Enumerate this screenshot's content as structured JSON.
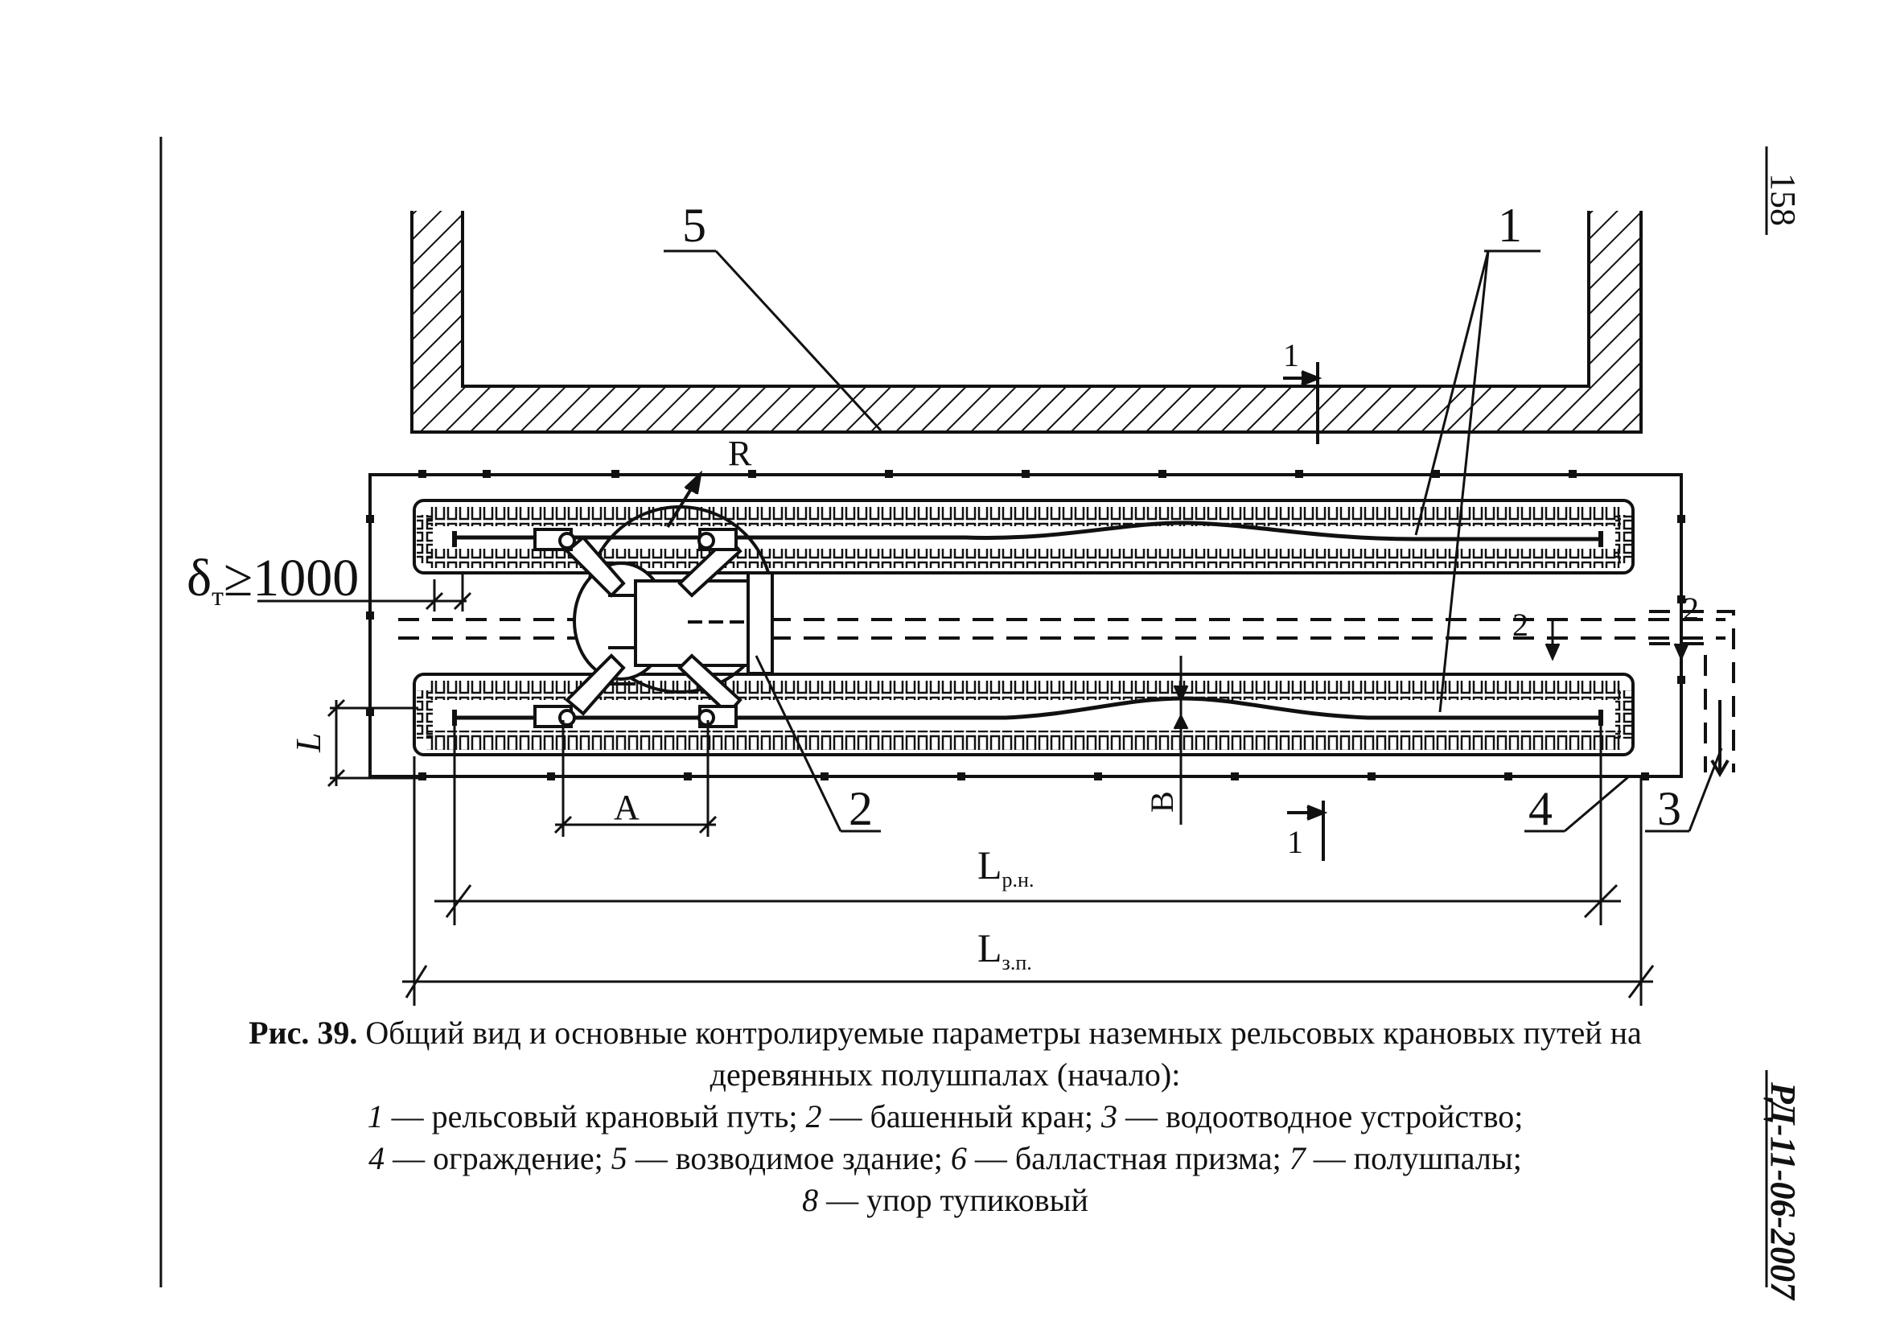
{
  "page": {
    "number": "158",
    "doc_code": "РД-11-06-2007"
  },
  "drawing": {
    "labels": {
      "building": "5",
      "rails": "1",
      "crane": "2",
      "drain": "3",
      "fence": "4",
      "section_mark": "1",
      "section_2": "2",
      "radius": "R",
      "clearance_symbol": "δ",
      "clearance_sub": "т",
      "clearance_rel": "≥1000",
      "dim_A": "A",
      "dim_B": "В",
      "dim_L": "L",
      "dim_Lrn_base": "L",
      "dim_Lrn_sub": "р.н.",
      "dim_Lzp_base": "L",
      "dim_Lzp_sub": "з.п."
    }
  },
  "caption": {
    "fig_label": "Рис. 39.",
    "title": "Общий вид и основные контролируемые параметры  наземных рельсовых крановых путей на деревянных полушпалах (начало):",
    "legend_line1": [
      {
        "n": "1",
        "t": " — рельсовый крановый путь; "
      },
      {
        "n": "2",
        "t": " — башенный кран; "
      },
      {
        "n": "3",
        "t": " — водоотводное устройство;"
      }
    ],
    "legend_line2": [
      {
        "n": "4",
        "t": " — ограждение; "
      },
      {
        "n": "5",
        "t": " — возводимое здание; "
      },
      {
        "n": "6",
        "t": " — балластная призма; "
      },
      {
        "n": "7",
        "t": " — полушпалы;"
      }
    ],
    "legend_line3": [
      {
        "n": "8",
        "t": " — упор тупиковый"
      }
    ]
  }
}
